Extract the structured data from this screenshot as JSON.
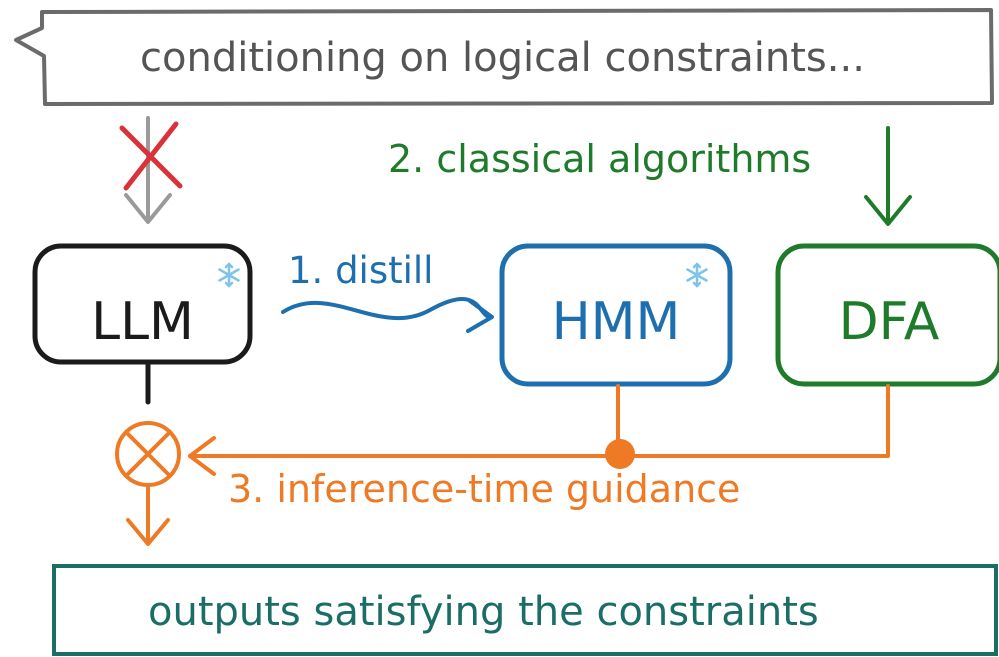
{
  "colors": {
    "prompt": "#6b6b6b",
    "llm": "#1b1b1b",
    "hmm": "#1d6fb0",
    "dfa": "#1e7b2a",
    "guidance": "#ef7a25",
    "outputs": "#1a6e66",
    "blocked": "#d9323a",
    "blocked_arrow": "#9a9a9a",
    "snowflake": "#7ec3ea"
  },
  "prompt": {
    "text": "conditioning on logical constraints..."
  },
  "nodes": {
    "llm": {
      "label": "LLM",
      "icon": "snowflake-icon"
    },
    "hmm": {
      "label": "HMM",
      "icon": "snowflake-icon"
    },
    "dfa": {
      "label": "DFA"
    }
  },
  "edges": {
    "distill": {
      "label": "1. distill"
    },
    "classical": {
      "label": "2. classical algorithms"
    },
    "guidance": {
      "label": "3. inference-time guidance"
    }
  },
  "outputs": {
    "text": "outputs satisfying the constraints"
  }
}
